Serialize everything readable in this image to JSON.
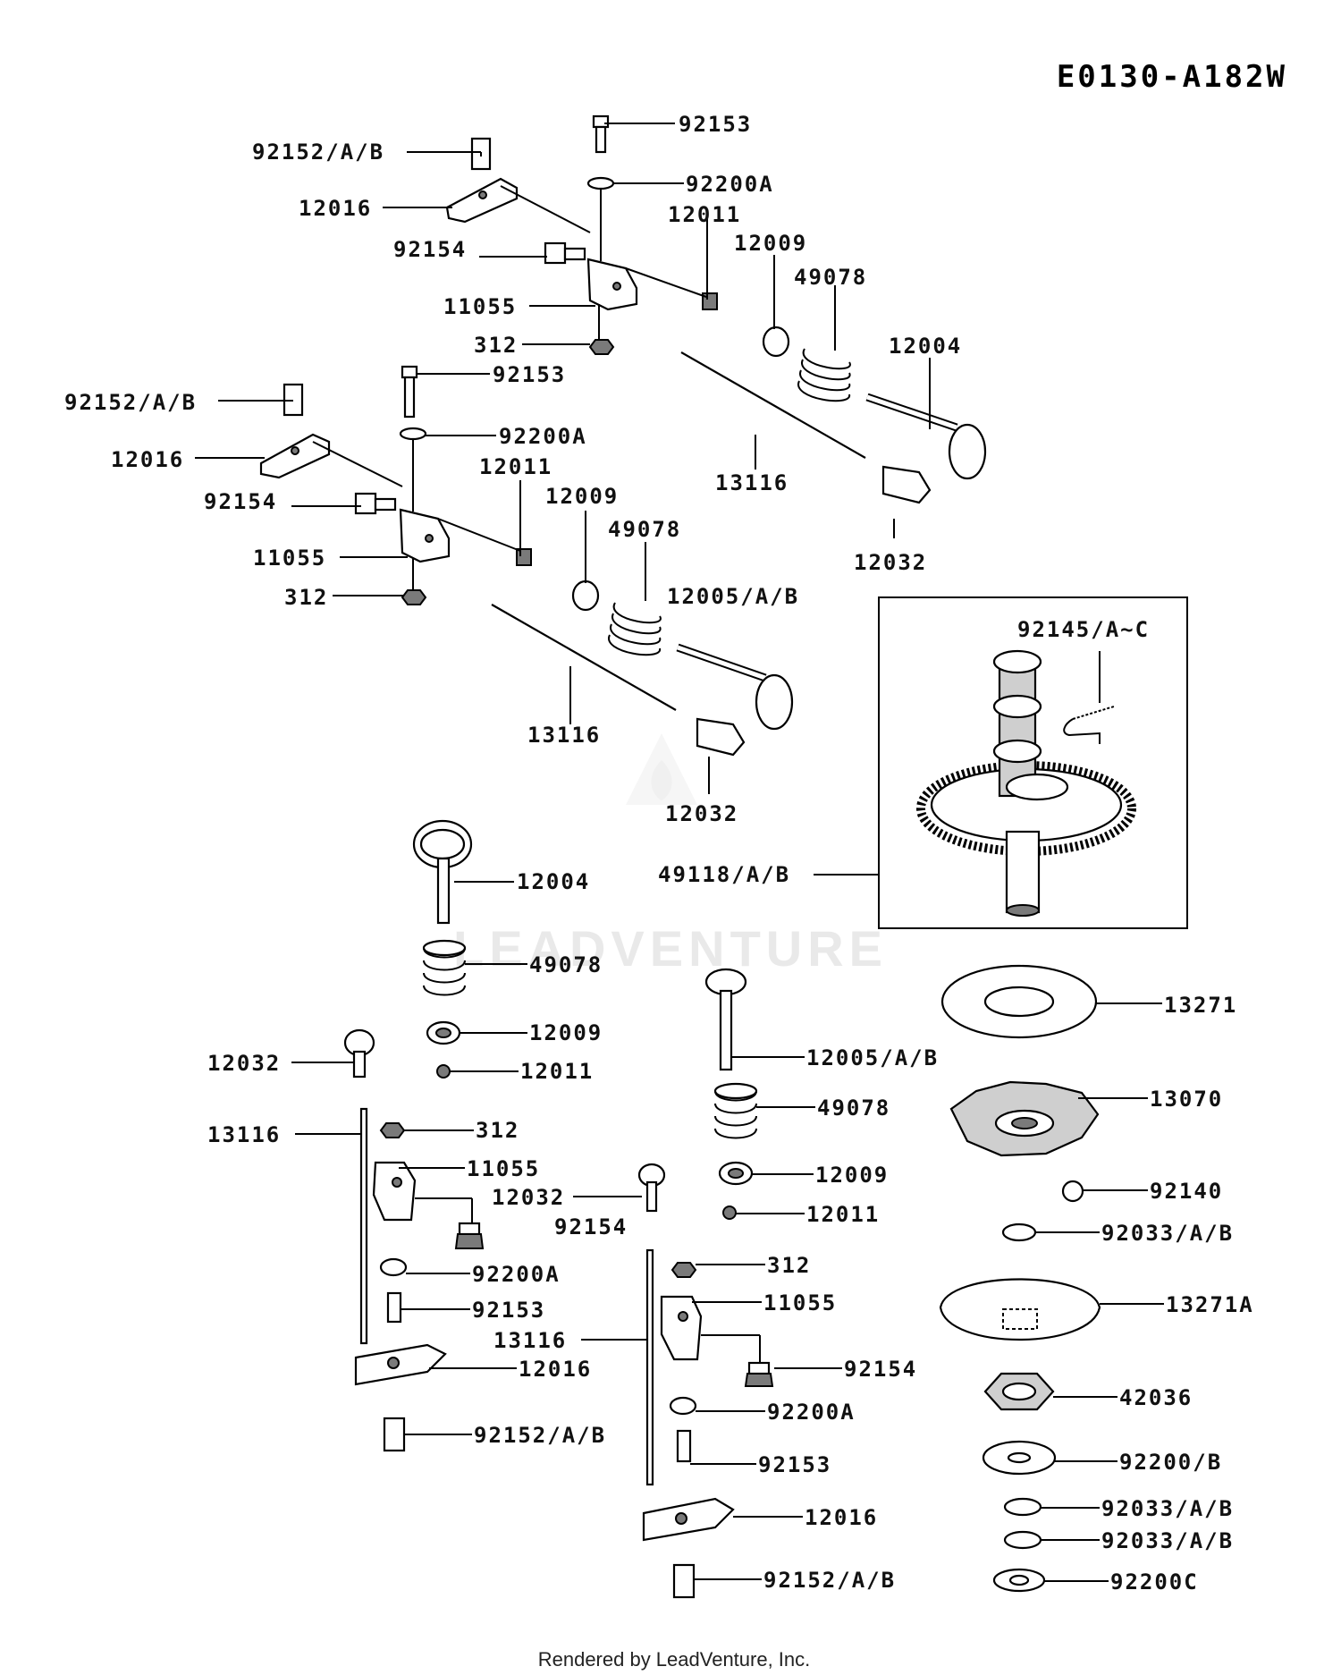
{
  "diagram_code": "E0130-A182W",
  "footer": "Rendered by LeadVenture, Inc.",
  "watermark": "LEADVENTURE",
  "labels": {
    "l01": "92153",
    "l02": "92152/A/B",
    "l03": "92200A",
    "l04": "12016",
    "l05": "12011",
    "l06": "12009",
    "l07": "92154",
    "l08": "49078",
    "l09": "11055",
    "l10": "12004",
    "l11": "312",
    "l12": "92153",
    "l13": "92152/A/B",
    "l14": "92200A",
    "l15": "12016",
    "l16": "12011",
    "l17": "13116",
    "l18": "92154",
    "l19": "12009",
    "l20": "12032",
    "l21": "49078",
    "l22": "11055",
    "l23": "12005/A/B",
    "l24": "312",
    "l25": "92145/A~C",
    "l26": "13116",
    "l27": "12032",
    "l28": "12004",
    "l29": "49118/A/B",
    "l30": "49078",
    "l31": "13271",
    "l32": "12009",
    "l33": "12005/A/B",
    "l34": "12032",
    "l35": "12011",
    "l36": "13070",
    "l37": "49078",
    "l38": "13116",
    "l39": "312",
    "l40": "11055",
    "l41": "12009",
    "l42": "92140",
    "l43": "12032",
    "l44": "12011",
    "l45": "92154",
    "l46": "92033/A/B",
    "l47": "92200A",
    "l48": "312",
    "l49": "13271A",
    "l50": "92153",
    "l51": "11055",
    "l52": "13116",
    "l53": "12016",
    "l54": "92154",
    "l55": "42036",
    "l56": "92200A",
    "l57": "92152/A/B",
    "l58": "92200/B",
    "l59": "92153",
    "l60": "92033/A/B",
    "l61": "12016",
    "l62": "92033/A/B",
    "l63": "92152/A/B",
    "l64": "92200C"
  }
}
